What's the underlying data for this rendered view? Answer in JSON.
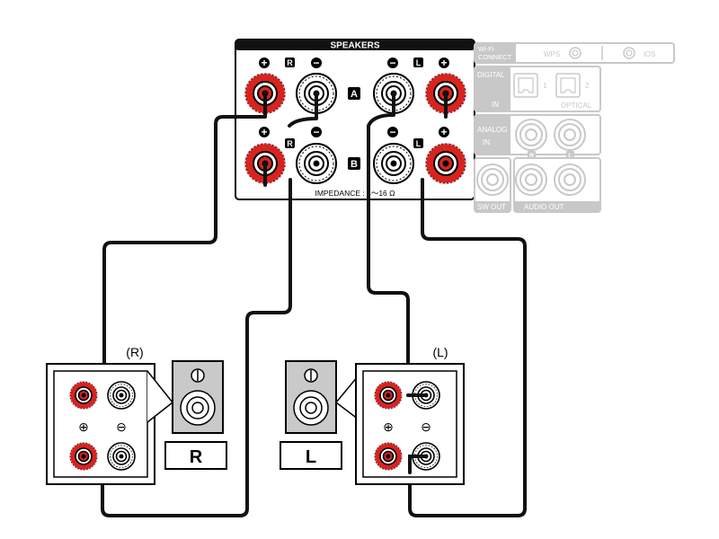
{
  "speakers_panel": {
    "title": "SPEAKERS",
    "impedance": "IMPEDANCE : 4～16 Ω",
    "sign_plus": "+",
    "sign_minus": "−",
    "channel_r": "R",
    "channel_l": "L",
    "zone_a": "A",
    "zone_b": "B"
  },
  "rear_panel": {
    "wifi_connect": [
      "Wi-Fi",
      "CONNECT"
    ],
    "wps": "WPS",
    "ios": "iOS",
    "digital_in": [
      "DIGITAL",
      "IN"
    ],
    "optical": "OPTICAL",
    "optical_1": "1",
    "optical_2": "2",
    "analog_in": [
      "ANALOG",
      "IN"
    ],
    "analog_r": "R",
    "analog_l": "L",
    "sw_out": "SW OUT",
    "audio_out": "AUDIO OUT"
  },
  "right_speaker": {
    "caption": "(R)",
    "label": "R",
    "plus": "⊕",
    "minus": "⊖"
  },
  "left_speaker": {
    "caption": "(L)",
    "label": "L",
    "plus": "⊕",
    "minus": "⊖"
  },
  "colors": {
    "red_terminal": "#d8231f",
    "cable": "#111111",
    "panel_gray": "#c8c8c8"
  }
}
